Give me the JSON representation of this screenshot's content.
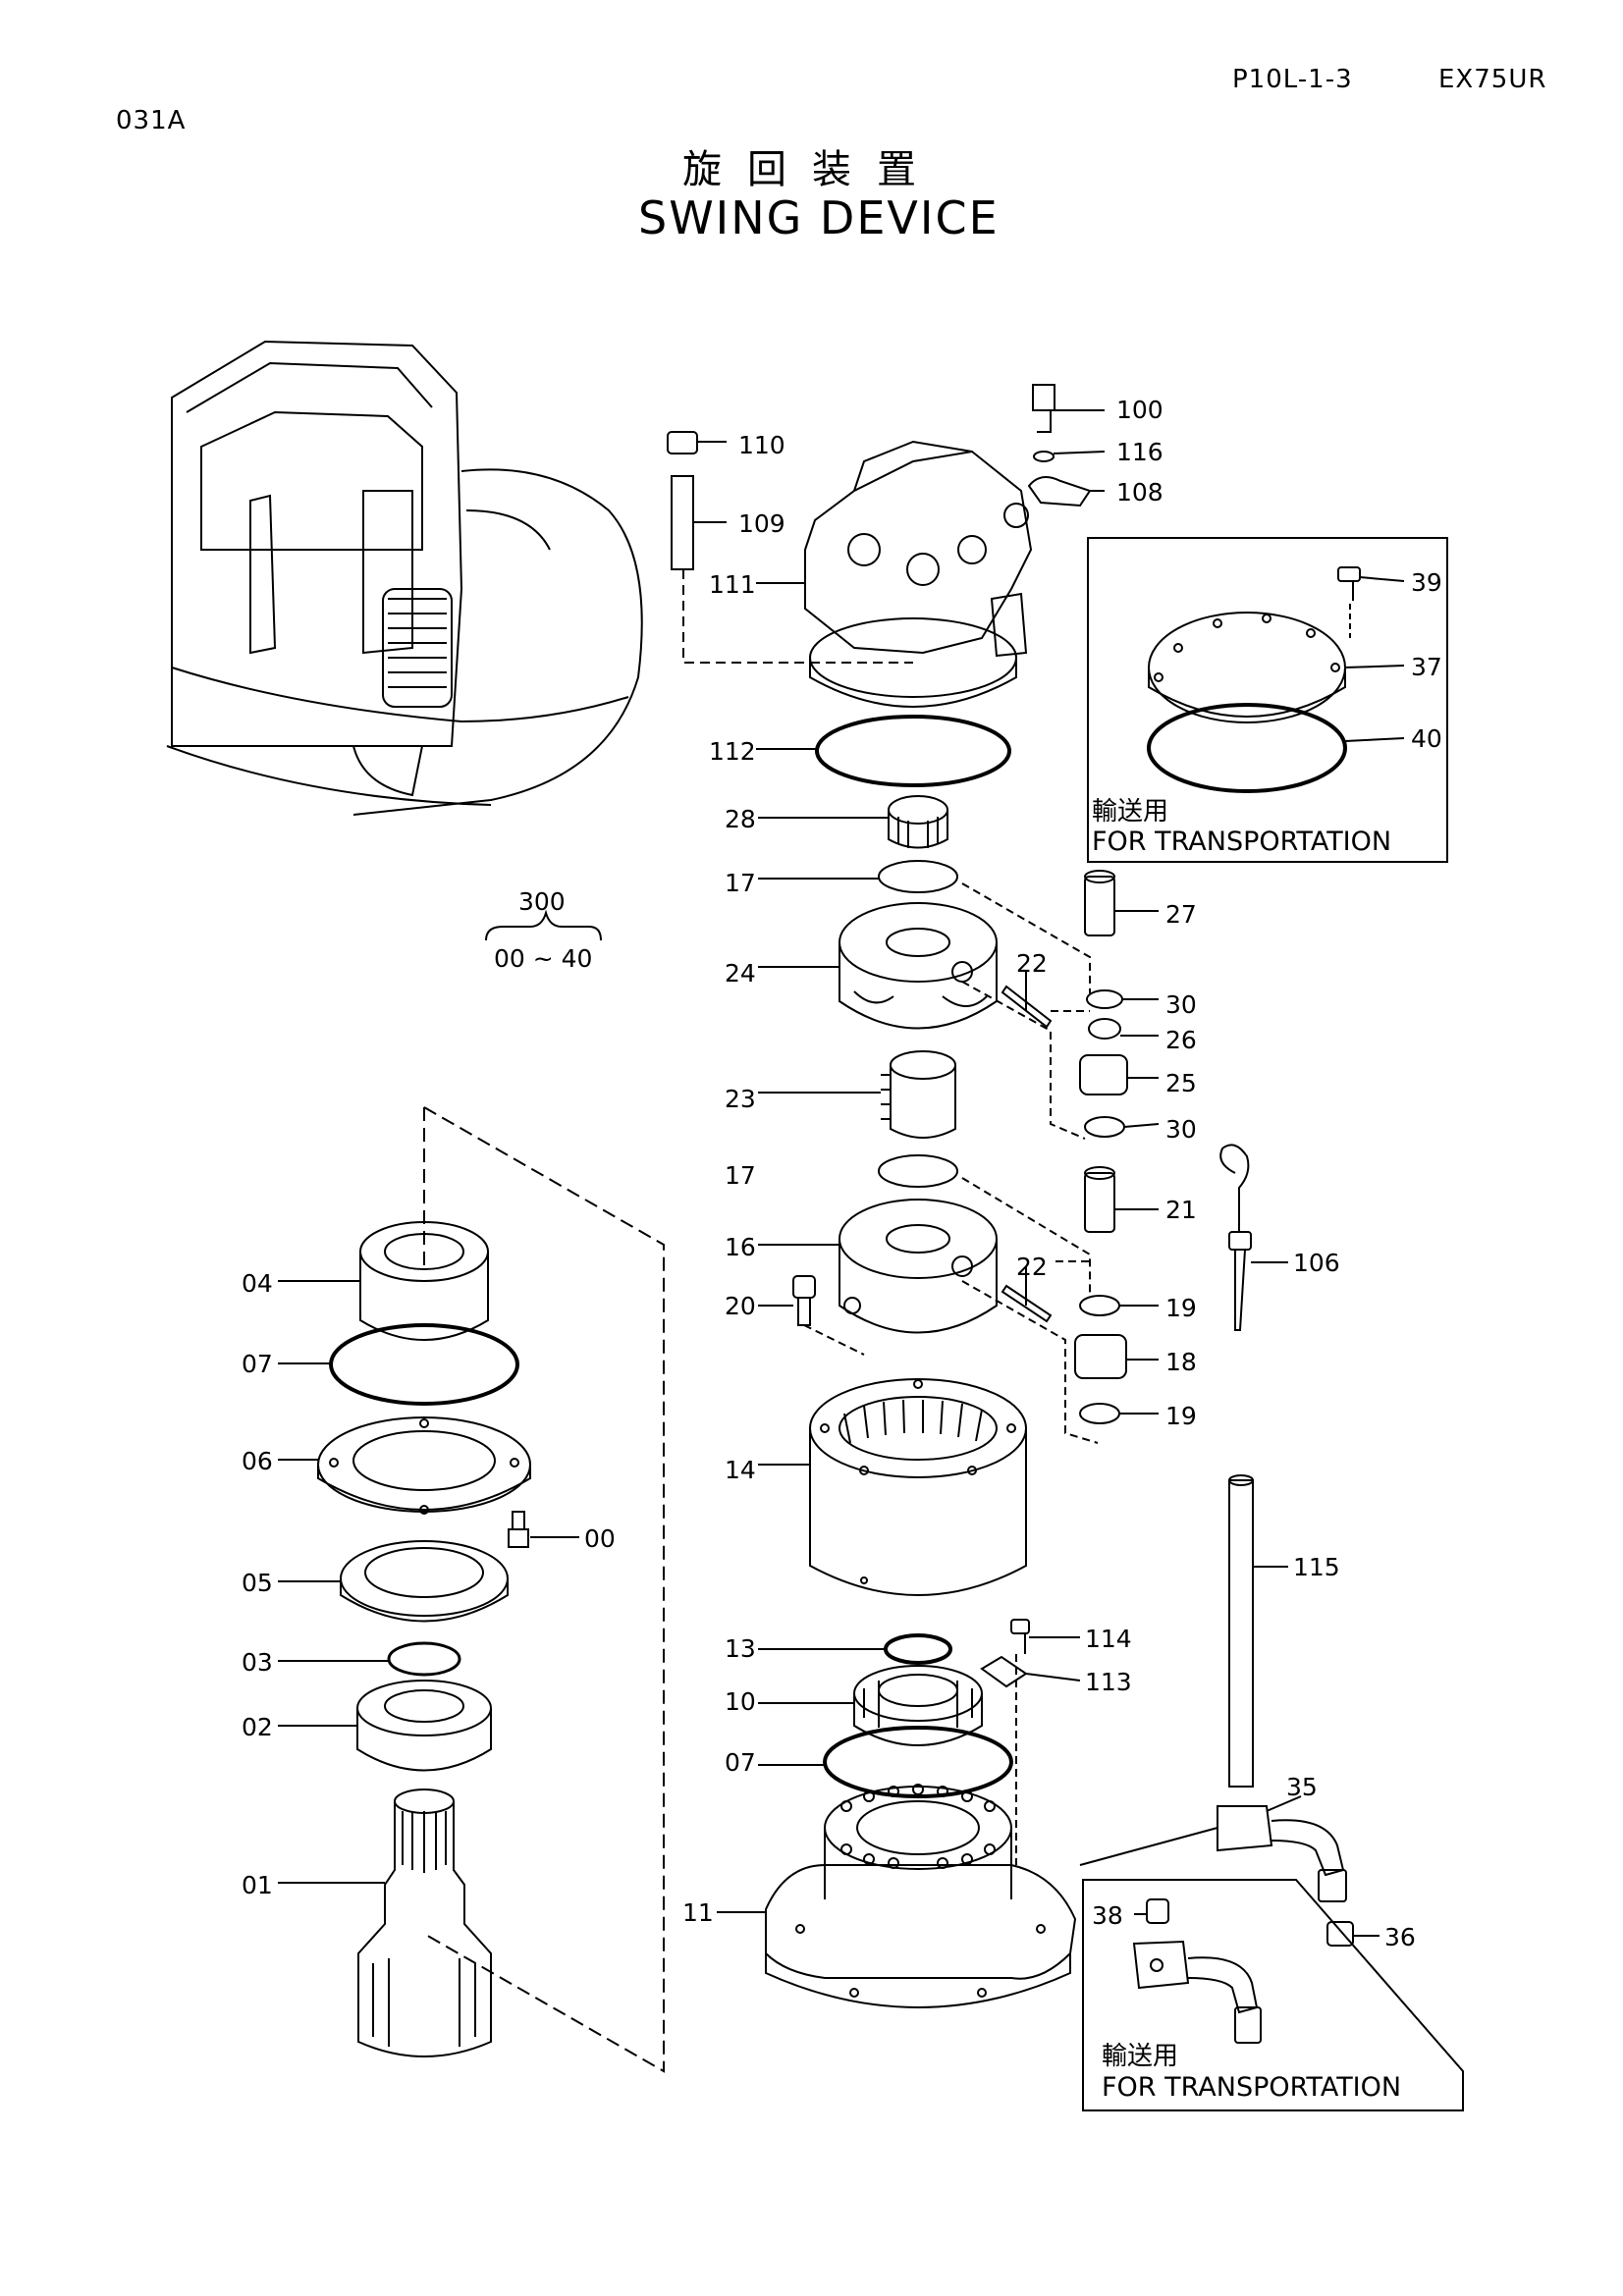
{
  "header": {
    "page_code": "P10L-1-3",
    "model": "EX75UR",
    "figure_id": "031A"
  },
  "title": {
    "jp": "旋回装置",
    "en": "SWING DEVICE"
  },
  "assembly": {
    "number": "300",
    "range": "00 ~ 40"
  },
  "inset_boxes": [
    {
      "jp": "輸送用",
      "en": "FOR TRANSPORTATION"
    },
    {
      "jp": "輸送用",
      "en": "FOR TRANSPORTATION"
    }
  ],
  "part_labels": {
    "p100": "100",
    "p116": "116",
    "p108": "108",
    "p110": "110",
    "p109": "109",
    "p111": "111",
    "p112": "112",
    "p28": "28",
    "p17a": "17",
    "p24": "24",
    "p22a": "22",
    "p27": "27",
    "p30a": "30",
    "p26": "26",
    "p25": "25",
    "p30b": "30",
    "p23": "23",
    "p17b": "17",
    "p16": "16",
    "p21": "21",
    "p22b": "22",
    "p20": "20",
    "p19a": "19",
    "p18": "18",
    "p19b": "19",
    "p14": "14",
    "p106": "106",
    "p115": "115",
    "p13": "13",
    "p114": "114",
    "p113": "113",
    "p10": "10",
    "p07b": "07",
    "p11": "11",
    "p35": "35",
    "p36": "36",
    "p38": "38",
    "p39": "39",
    "p37": "37",
    "p40": "40",
    "p04": "04",
    "p07a": "07",
    "p06": "06",
    "p00": "00",
    "p05": "05",
    "p03": "03",
    "p02": "02",
    "p01": "01"
  }
}
